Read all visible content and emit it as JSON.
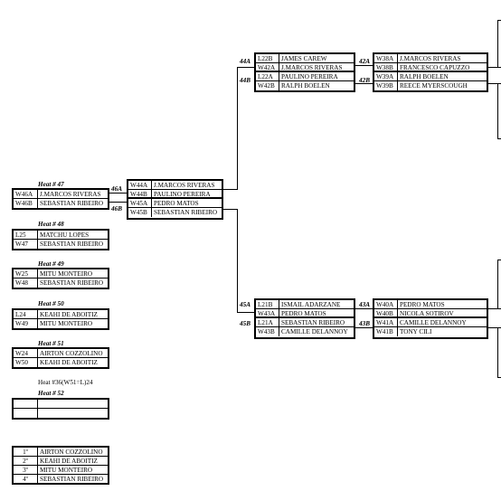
{
  "heats": {
    "h47": {
      "title": "Heat # 47",
      "rows": [
        [
          "W46A",
          "J.MARCOS RIVERAS"
        ],
        [
          "W46B",
          "SEBASTIAN RIBEIRO"
        ]
      ]
    },
    "h48": {
      "title": "Heat # 48",
      "rows": [
        [
          "L25",
          "MATCHU LOPES"
        ],
        [
          "W47",
          "SEBASTIAN RIBEIRO"
        ]
      ]
    },
    "h49": {
      "title": "Heat # 49",
      "rows": [
        [
          "W25",
          "MITU MONTEIRO"
        ],
        [
          "W48",
          "SEBASTIAN RIBEIRO"
        ]
      ]
    },
    "h50": {
      "title": "Heat # 50",
      "rows": [
        [
          "L24",
          "KEAHI DE ABOITIZ"
        ],
        [
          "W49",
          "MITU MONTEIRO"
        ]
      ]
    },
    "h51": {
      "title": "Heat # 51",
      "rows": [
        [
          "W24",
          "AIRTON COZZOLINO"
        ],
        [
          "W50",
          "KEAHI DE ABOITIZ"
        ]
      ]
    },
    "h52": {
      "note": "Heat #36(W51=L)24",
      "title": "Heat # 52",
      "rows": [
        [
          "",
          ""
        ],
        [
          "",
          ""
        ]
      ]
    }
  },
  "semis": {
    "s46": {
      "labelA": "46A",
      "labelB": "46B",
      "rows": [
        [
          "W44A",
          "J.MARCOS RIVERAS"
        ],
        [
          "W44B",
          "PAULINO PEREIRA"
        ],
        [
          "W45A",
          "PEDRO MATOS"
        ],
        [
          "W45B",
          "SEBASTIAN RIBEIRO"
        ]
      ]
    },
    "s44": {
      "labelA": "44A",
      "labelB": "44B",
      "rows": [
        [
          "L22B",
          "JAMES CAREW"
        ],
        [
          "W42A",
          "J.MARCOS RIVERAS"
        ],
        [
          "L22A",
          "PAULINO PEREIRA"
        ],
        [
          "W42B",
          "RALPH BOELEN"
        ]
      ]
    },
    "s42": {
      "labelA": "42A",
      "labelB": "42B",
      "rows": [
        [
          "W38A",
          "J.MARCOS RIVERAS"
        ],
        [
          "W38B",
          "FRANCESCO CAPUZZO"
        ],
        [
          "W39A",
          "RALPH BOELEN"
        ],
        [
          "W39B",
          "REECE MYERSCOUGH"
        ]
      ]
    },
    "s45": {
      "labelA": "45A",
      "labelB": "45B",
      "rows": [
        [
          "L21B",
          "ISMAIL ADARZANE"
        ],
        [
          "W43A",
          "PEDRO MATOS"
        ],
        [
          "L21A",
          "SEBASTIAN RIBEIRO"
        ],
        [
          "W43B",
          "CAMILLE DELANNOY"
        ]
      ]
    },
    "s43": {
      "labelA": "43A",
      "labelB": "43B",
      "rows": [
        [
          "W40A",
          "PEDRO MATOS"
        ],
        [
          "W40B",
          "NICOLA SOTIROV"
        ],
        [
          "W41A",
          "CAMILLE DELANNOY"
        ],
        [
          "W41B",
          "TONY CILI"
        ]
      ]
    }
  },
  "results": [
    [
      "1º",
      "AIRTON COZZOLINO"
    ],
    [
      "2º",
      "KEAHI DE ABOITIZ"
    ],
    [
      "3º",
      "MITU MONTEIRO"
    ],
    [
      "4º",
      "SEBASTIAN RIBEIRO"
    ]
  ]
}
